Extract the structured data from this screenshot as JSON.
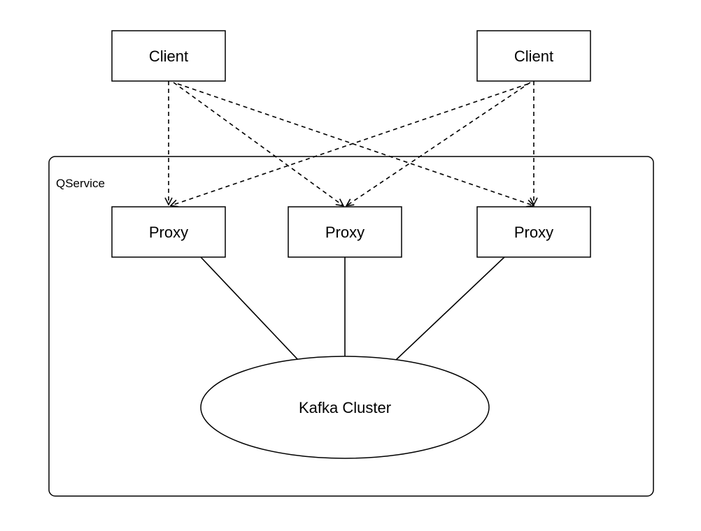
{
  "diagram": {
    "container": {
      "label": "QService"
    },
    "clients": [
      {
        "label": "Client"
      },
      {
        "label": "Client"
      }
    ],
    "proxies": [
      {
        "label": "Proxy"
      },
      {
        "label": "Proxy"
      },
      {
        "label": "Proxy"
      }
    ],
    "cluster": {
      "label": "Kafka Cluster"
    },
    "edges": {
      "client_to_proxy": [
        {
          "from": "clients.0",
          "to": "proxies.0",
          "style": "dashed-arrow"
        },
        {
          "from": "clients.0",
          "to": "proxies.1",
          "style": "dashed-arrow"
        },
        {
          "from": "clients.0",
          "to": "proxies.2",
          "style": "dashed-arrow"
        },
        {
          "from": "clients.1",
          "to": "proxies.0",
          "style": "dashed-arrow"
        },
        {
          "from": "clients.1",
          "to": "proxies.1",
          "style": "dashed-arrow"
        },
        {
          "from": "clients.1",
          "to": "proxies.2",
          "style": "dashed-arrow"
        }
      ],
      "proxy_to_cluster": [
        {
          "from": "proxies.0",
          "to": "cluster",
          "style": "solid"
        },
        {
          "from": "proxies.1",
          "to": "cluster",
          "style": "solid"
        },
        {
          "from": "proxies.2",
          "to": "cluster",
          "style": "solid"
        }
      ]
    }
  }
}
